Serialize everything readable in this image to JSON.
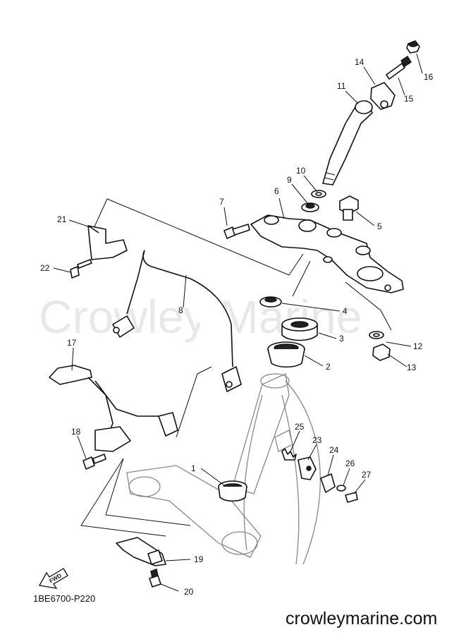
{
  "watermark": "Crowley Marine",
  "drawing_code": "1BE6700-P220",
  "site_url": "crowleymarine.com",
  "fwd_label": "FWD",
  "callouts": [
    "1",
    "2",
    "3",
    "4",
    "5",
    "6",
    "7",
    "8",
    "9",
    "10",
    "11",
    "12",
    "13",
    "14",
    "15",
    "16",
    "17",
    "18",
    "19",
    "20",
    "21",
    "22",
    "23",
    "24",
    "25",
    "26",
    "27"
  ]
}
